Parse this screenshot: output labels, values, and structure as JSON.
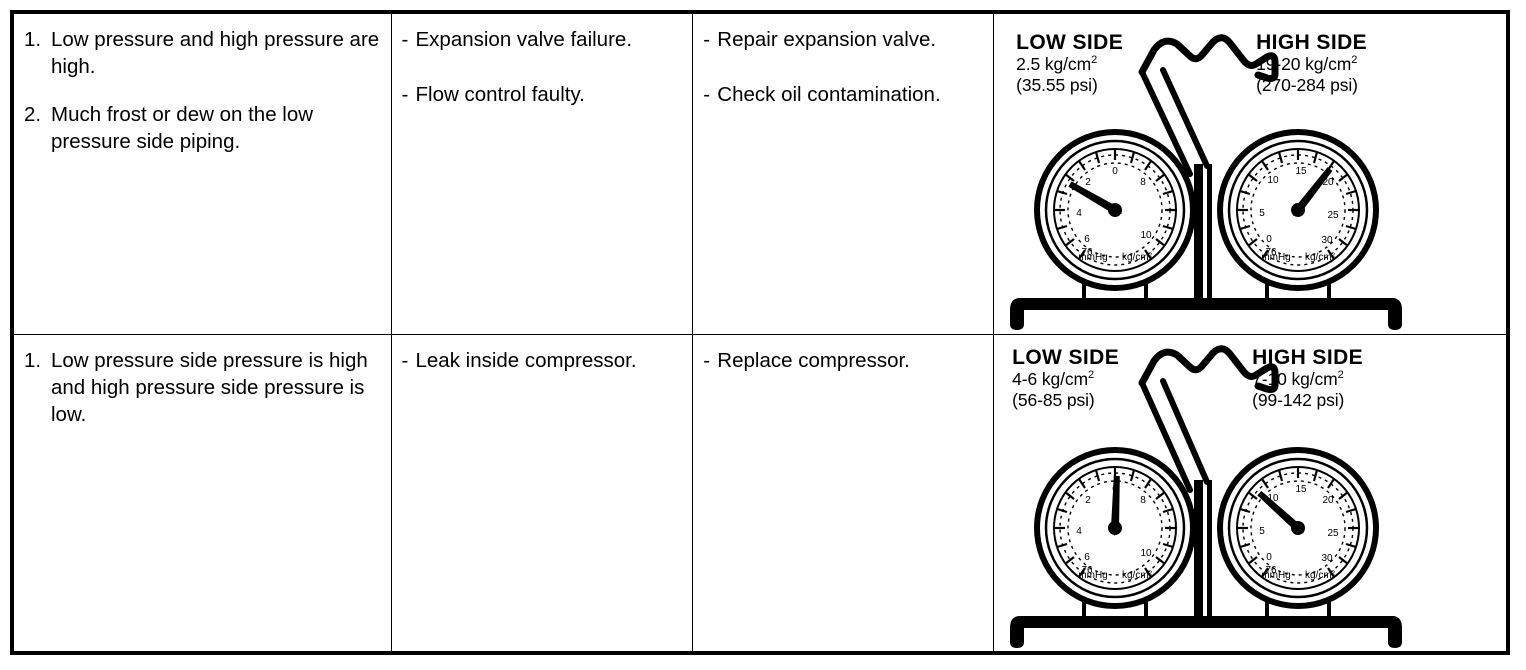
{
  "table": {
    "rows": [
      {
        "symptom": {
          "items": [
            {
              "num": "1.",
              "text": "Low pressure and high pressure are high."
            },
            {
              "num": "2.",
              "text": "Much frost or dew on the low pressure side piping."
            }
          ]
        },
        "cause": {
          "items": [
            {
              "dash": "-",
              "text": "Expansion valve failure."
            },
            {
              "dash": "-",
              "text": "Flow control faulty."
            }
          ]
        },
        "remedy": {
          "items": [
            {
              "dash": "-",
              "text": "Repair expansion valve."
            },
            {
              "dash": "-",
              "text": "Check oil contamination."
            }
          ]
        },
        "gauge": {
          "low": {
            "title": "LOW SIDE",
            "value_kg": "2.5 kg/cm",
            "value_sup": "2",
            "value_psi": "(35.55 psi)",
            "needle_deg": -60
          },
          "high": {
            "title": "HIGH SIDE",
            "value_kg": "19-20 kg/cm",
            "value_sup": "2",
            "value_psi": "(270-284 psi)",
            "needle_deg": 38
          }
        }
      },
      {
        "symptom": {
          "items": [
            {
              "num": "1.",
              "text": "Low pressure side pressure is high and high pressure side pressure is low."
            }
          ]
        },
        "cause": {
          "items": [
            {
              "dash": "-",
              "text": "Leak inside compressor."
            }
          ]
        },
        "remedy": {
          "items": [
            {
              "dash": "-",
              "text": "Replace compressor."
            }
          ]
        },
        "gauge": {
          "low": {
            "title": "LOW SIDE",
            "value_kg": "4-6 kg/cm",
            "value_sup": "2",
            "value_psi": "(56-85 psi)",
            "needle_deg": 2
          },
          "high": {
            "title": "HIGH SIDE",
            "value_kg": "7-10 kg/cm",
            "value_sup": "2",
            "value_psi": "(99-142 psi)",
            "needle_deg": -48
          }
        }
      }
    ]
  },
  "gauge_dial": {
    "outer_unit": "mmHg",
    "inner_unit": "kg/cm",
    "inner_unit_sup": "2",
    "low_scale_ticks": [
      "0",
      "2",
      "4",
      "6",
      "8",
      "10"
    ],
    "low_vac_tick": "76",
    "high_scale_ticks": [
      "0",
      "5",
      "10",
      "15",
      "20",
      "25",
      "30"
    ],
    "high_vac_tick": "76"
  },
  "colors": {
    "ink": "#000000",
    "paper": "#ffffff"
  }
}
